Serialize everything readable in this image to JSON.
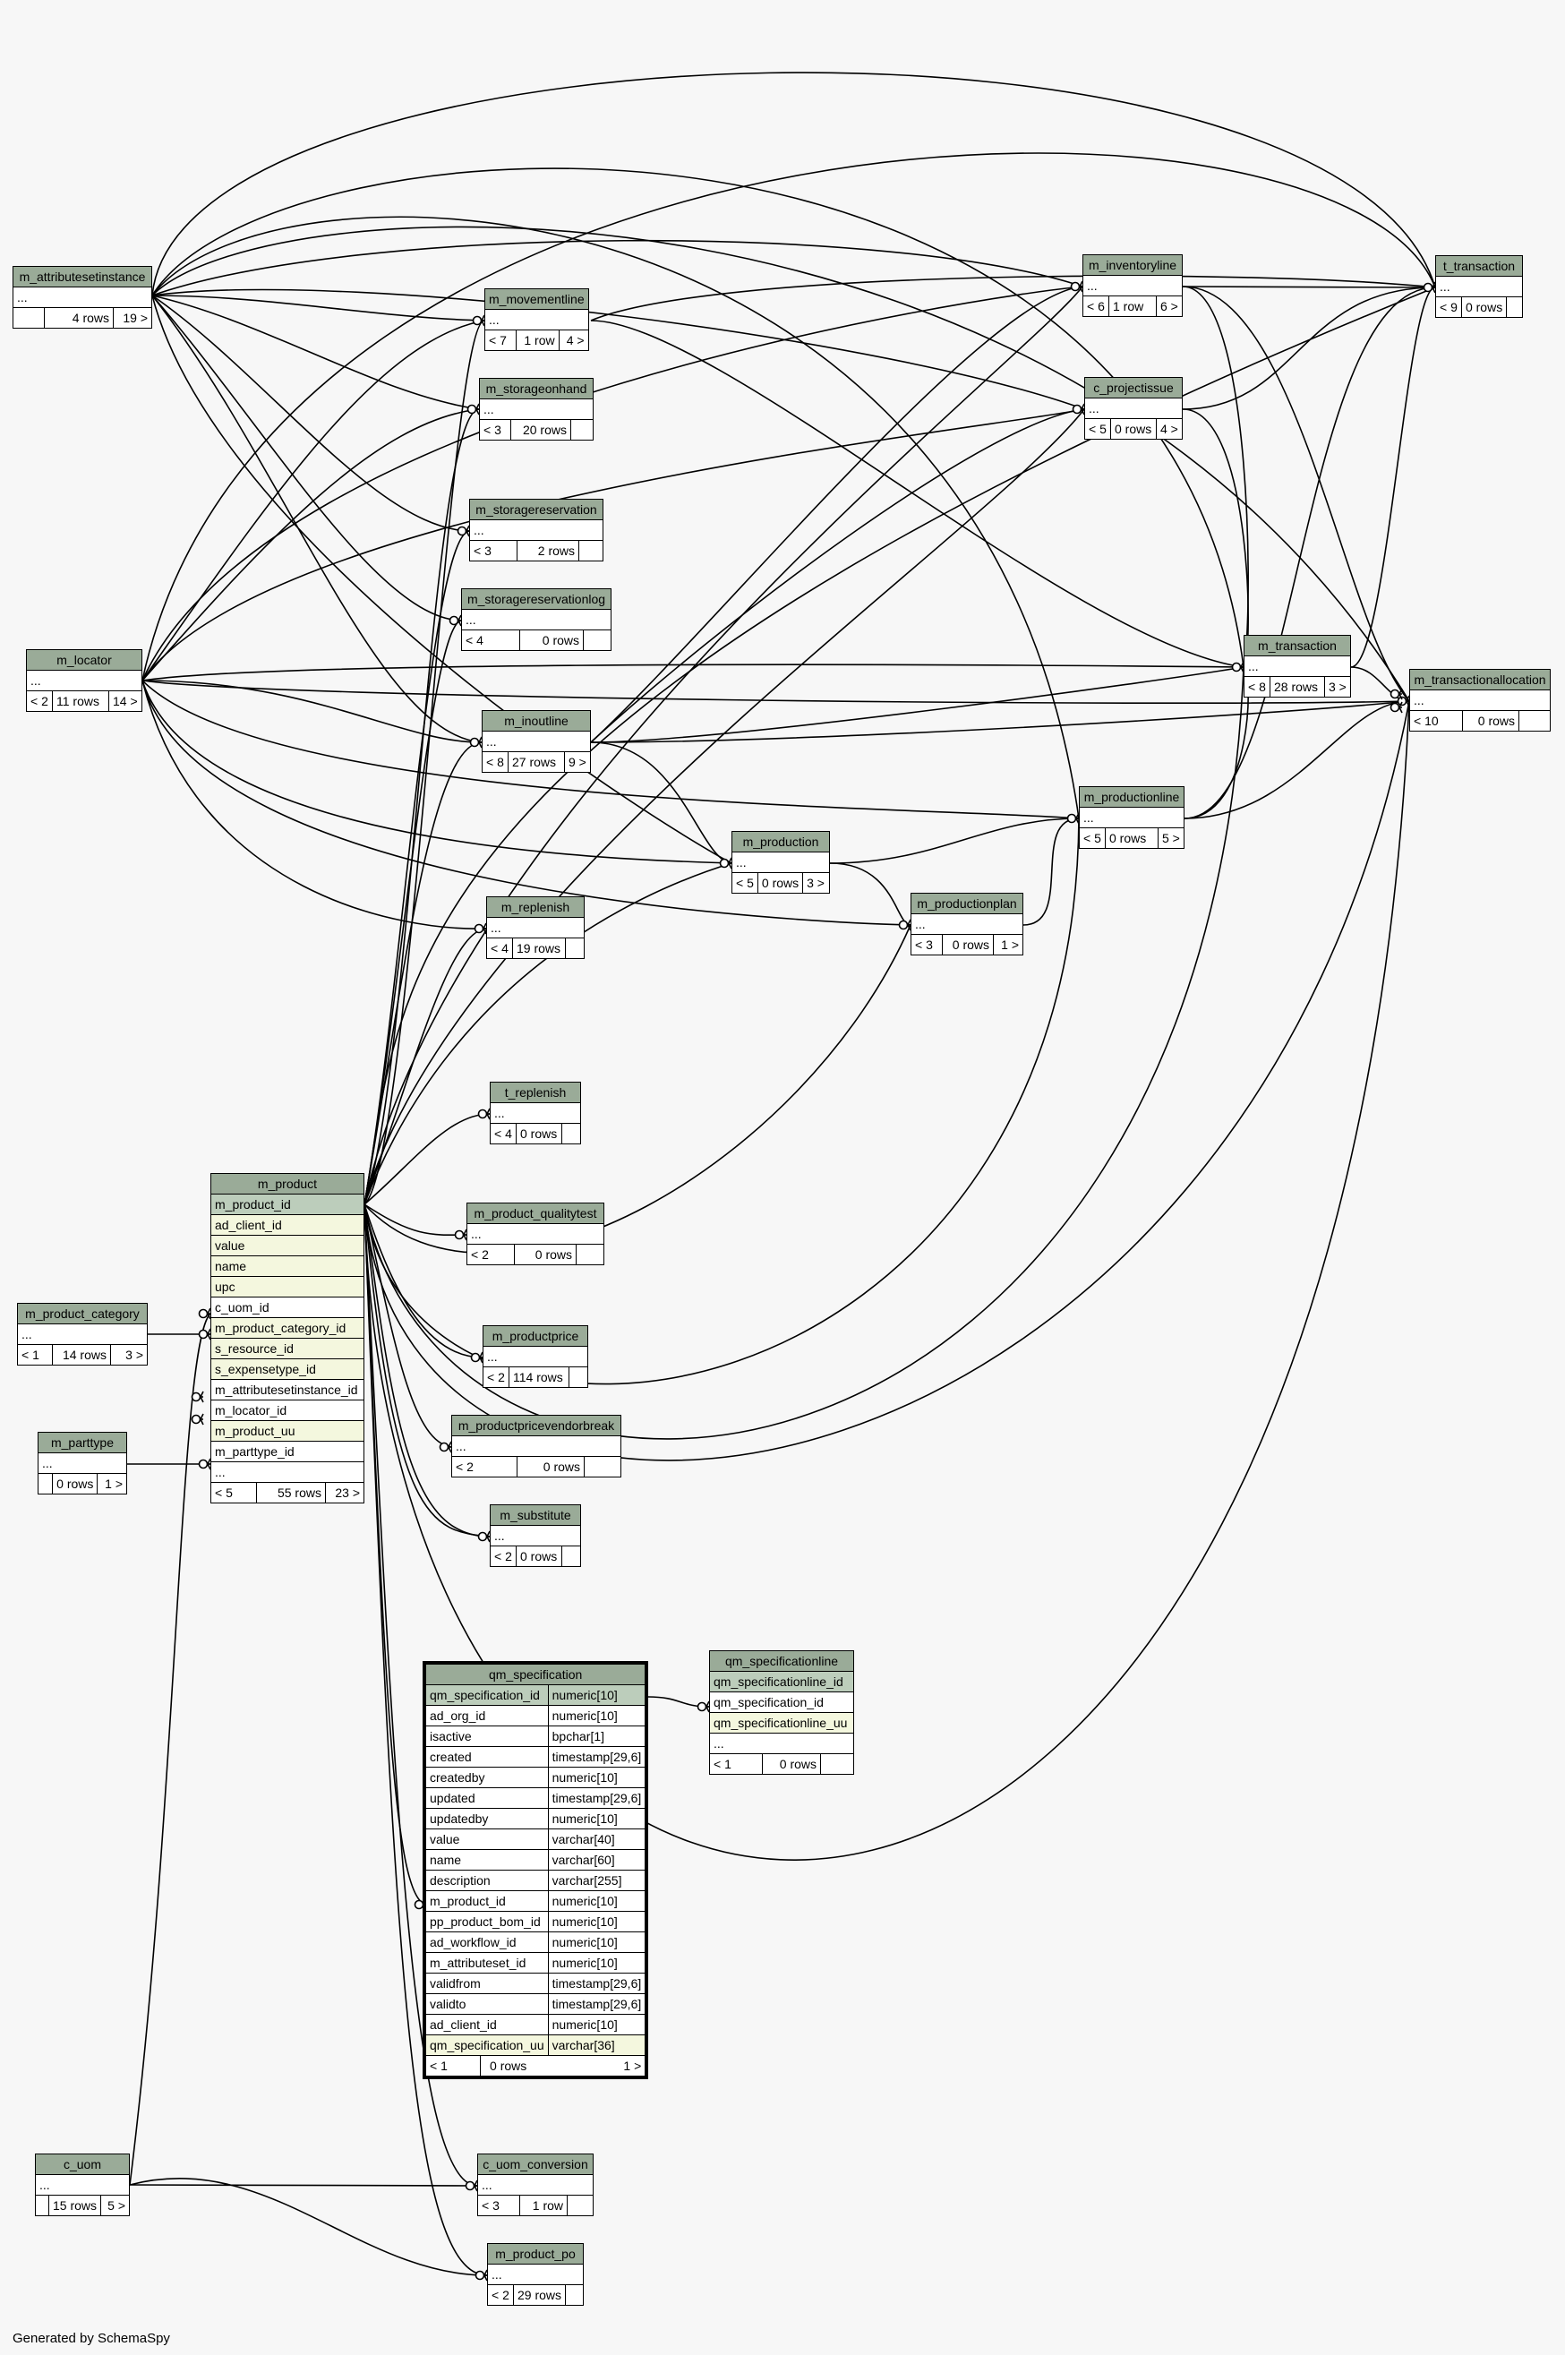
{
  "footer": "Generated by SchemaSpy",
  "tables": {
    "m_attributesetinstance": {
      "name": "m_attributesetinstance",
      "ellipsis": "...",
      "stats": [
        "",
        "4 rows",
        "19 >"
      ]
    },
    "m_locator": {
      "name": "m_locator",
      "ellipsis": "...",
      "stats": [
        "< 2",
        "11 rows",
        "14 >"
      ]
    },
    "m_product_category": {
      "name": "m_product_category",
      "ellipsis": "...",
      "stats": [
        "< 1",
        "14 rows",
        "3 >"
      ]
    },
    "m_parttype": {
      "name": "m_parttype",
      "ellipsis": "...",
      "stats": [
        "",
        "0 rows",
        "1 >"
      ]
    },
    "c_uom": {
      "name": "c_uom",
      "ellipsis": "...",
      "stats": [
        "",
        "15 rows",
        "5 >"
      ]
    },
    "m_movementline": {
      "name": "m_movementline",
      "ellipsis": "...",
      "stats": [
        "< 7",
        "1 row",
        "4 >"
      ]
    },
    "m_storageonhand": {
      "name": "m_storageonhand",
      "ellipsis": "...",
      "stats": [
        "< 3",
        "20 rows",
        ""
      ]
    },
    "m_storagereservation": {
      "name": "m_storagereservation",
      "ellipsis": "...",
      "stats": [
        "< 3",
        "2 rows",
        ""
      ]
    },
    "m_storagereservationlog": {
      "name": "m_storagereservationlog",
      "ellipsis": "...",
      "stats": [
        "< 4",
        "0 rows",
        ""
      ]
    },
    "m_inoutline": {
      "name": "m_inoutline",
      "ellipsis": "...",
      "stats": [
        "< 8",
        "27 rows",
        "9 >"
      ]
    },
    "m_replenish": {
      "name": "m_replenish",
      "ellipsis": "...",
      "stats": [
        "< 4",
        "19 rows",
        ""
      ]
    },
    "t_replenish": {
      "name": "t_replenish",
      "ellipsis": "...",
      "stats": [
        "< 4",
        "0 rows",
        ""
      ]
    },
    "m_product_qualitytest": {
      "name": "m_product_qualitytest",
      "ellipsis": "...",
      "stats": [
        "< 2",
        "0 rows",
        ""
      ]
    },
    "m_productprice": {
      "name": "m_productprice",
      "ellipsis": "...",
      "stats": [
        "< 2",
        "114 rows",
        ""
      ]
    },
    "m_productpricevendorbreak": {
      "name": "m_productpricevendorbreak",
      "ellipsis": "...",
      "stats": [
        "< 2",
        "0 rows",
        ""
      ]
    },
    "m_substitute": {
      "name": "m_substitute",
      "ellipsis": "...",
      "stats": [
        "< 2",
        "0 rows",
        ""
      ]
    },
    "c_uom_conversion": {
      "name": "c_uom_conversion",
      "ellipsis": "...",
      "stats": [
        "< 3",
        "1 row",
        ""
      ]
    },
    "m_product_po": {
      "name": "m_product_po",
      "ellipsis": "...",
      "stats": [
        "< 2",
        "29 rows",
        ""
      ]
    },
    "m_production": {
      "name": "m_production",
      "ellipsis": "...",
      "stats": [
        "< 5",
        "0 rows",
        "3 >"
      ]
    },
    "m_productionplan": {
      "name": "m_productionplan",
      "ellipsis": "...",
      "stats": [
        "< 3",
        "0 rows",
        "1 >"
      ]
    },
    "m_inventoryline": {
      "name": "m_inventoryline",
      "ellipsis": "...",
      "stats": [
        "< 6",
        "1 row",
        "6 >"
      ]
    },
    "c_projectissue": {
      "name": "c_projectissue",
      "ellipsis": "...",
      "stats": [
        "< 5",
        "0 rows",
        "4 >"
      ]
    },
    "m_transaction": {
      "name": "m_transaction",
      "ellipsis": "...",
      "stats": [
        "< 8",
        "28 rows",
        "3 >"
      ]
    },
    "m_productionline": {
      "name": "m_productionline",
      "ellipsis": "...",
      "stats": [
        "< 5",
        "0 rows",
        "5 >"
      ]
    },
    "t_transaction": {
      "name": "t_transaction",
      "ellipsis": "...",
      "stats": [
        "< 9",
        "0 rows",
        ""
      ]
    },
    "m_transactionallocation": {
      "name": "m_transactionallocation",
      "ellipsis": "...",
      "stats": [
        "< 10",
        "0 rows",
        ""
      ]
    },
    "qm_specificationline": {
      "name": "qm_specificationline",
      "columns": [
        "qm_specificationline_id",
        "qm_specification_id",
        "qm_specificationline_uu",
        "..."
      ],
      "stats": [
        "< 1",
        "0 rows",
        ""
      ]
    }
  },
  "m_product": {
    "name": "m_product",
    "columns": [
      "m_product_id",
      "ad_client_id",
      "value",
      "name",
      "upc",
      "c_uom_id",
      "m_product_category_id",
      "s_resource_id",
      "s_expensetype_id",
      "m_attributesetinstance_id",
      "m_locator_id",
      "m_product_uu",
      "m_parttype_id",
      "..."
    ],
    "stats": [
      "< 5",
      "55 rows",
      "23 >"
    ]
  },
  "qm_specification": {
    "name": "qm_specification",
    "columns": [
      [
        "qm_specification_id",
        "numeric[10]"
      ],
      [
        "ad_org_id",
        "numeric[10]"
      ],
      [
        "isactive",
        "bpchar[1]"
      ],
      [
        "created",
        "timestamp[29,6]"
      ],
      [
        "createdby",
        "numeric[10]"
      ],
      [
        "updated",
        "timestamp[29,6]"
      ],
      [
        "updatedby",
        "numeric[10]"
      ],
      [
        "value",
        "varchar[40]"
      ],
      [
        "name",
        "varchar[60]"
      ],
      [
        "description",
        "varchar[255]"
      ],
      [
        "m_product_id",
        "numeric[10]"
      ],
      [
        "pp_product_bom_id",
        "numeric[10]"
      ],
      [
        "ad_workflow_id",
        "numeric[10]"
      ],
      [
        "m_attributeset_id",
        "numeric[10]"
      ],
      [
        "validfrom",
        "timestamp[29,6]"
      ],
      [
        "validto",
        "timestamp[29,6]"
      ],
      [
        "ad_client_id",
        "numeric[10]"
      ],
      [
        "qm_specification_uu",
        "varchar[36]"
      ]
    ],
    "stats": [
      "< 1",
      "0 rows",
      "1 >"
    ]
  },
  "colors": {
    "header": "#9aab98",
    "pk": "#bccdbb",
    "uk": "#f4f7de",
    "background": "#f7f7f7"
  }
}
